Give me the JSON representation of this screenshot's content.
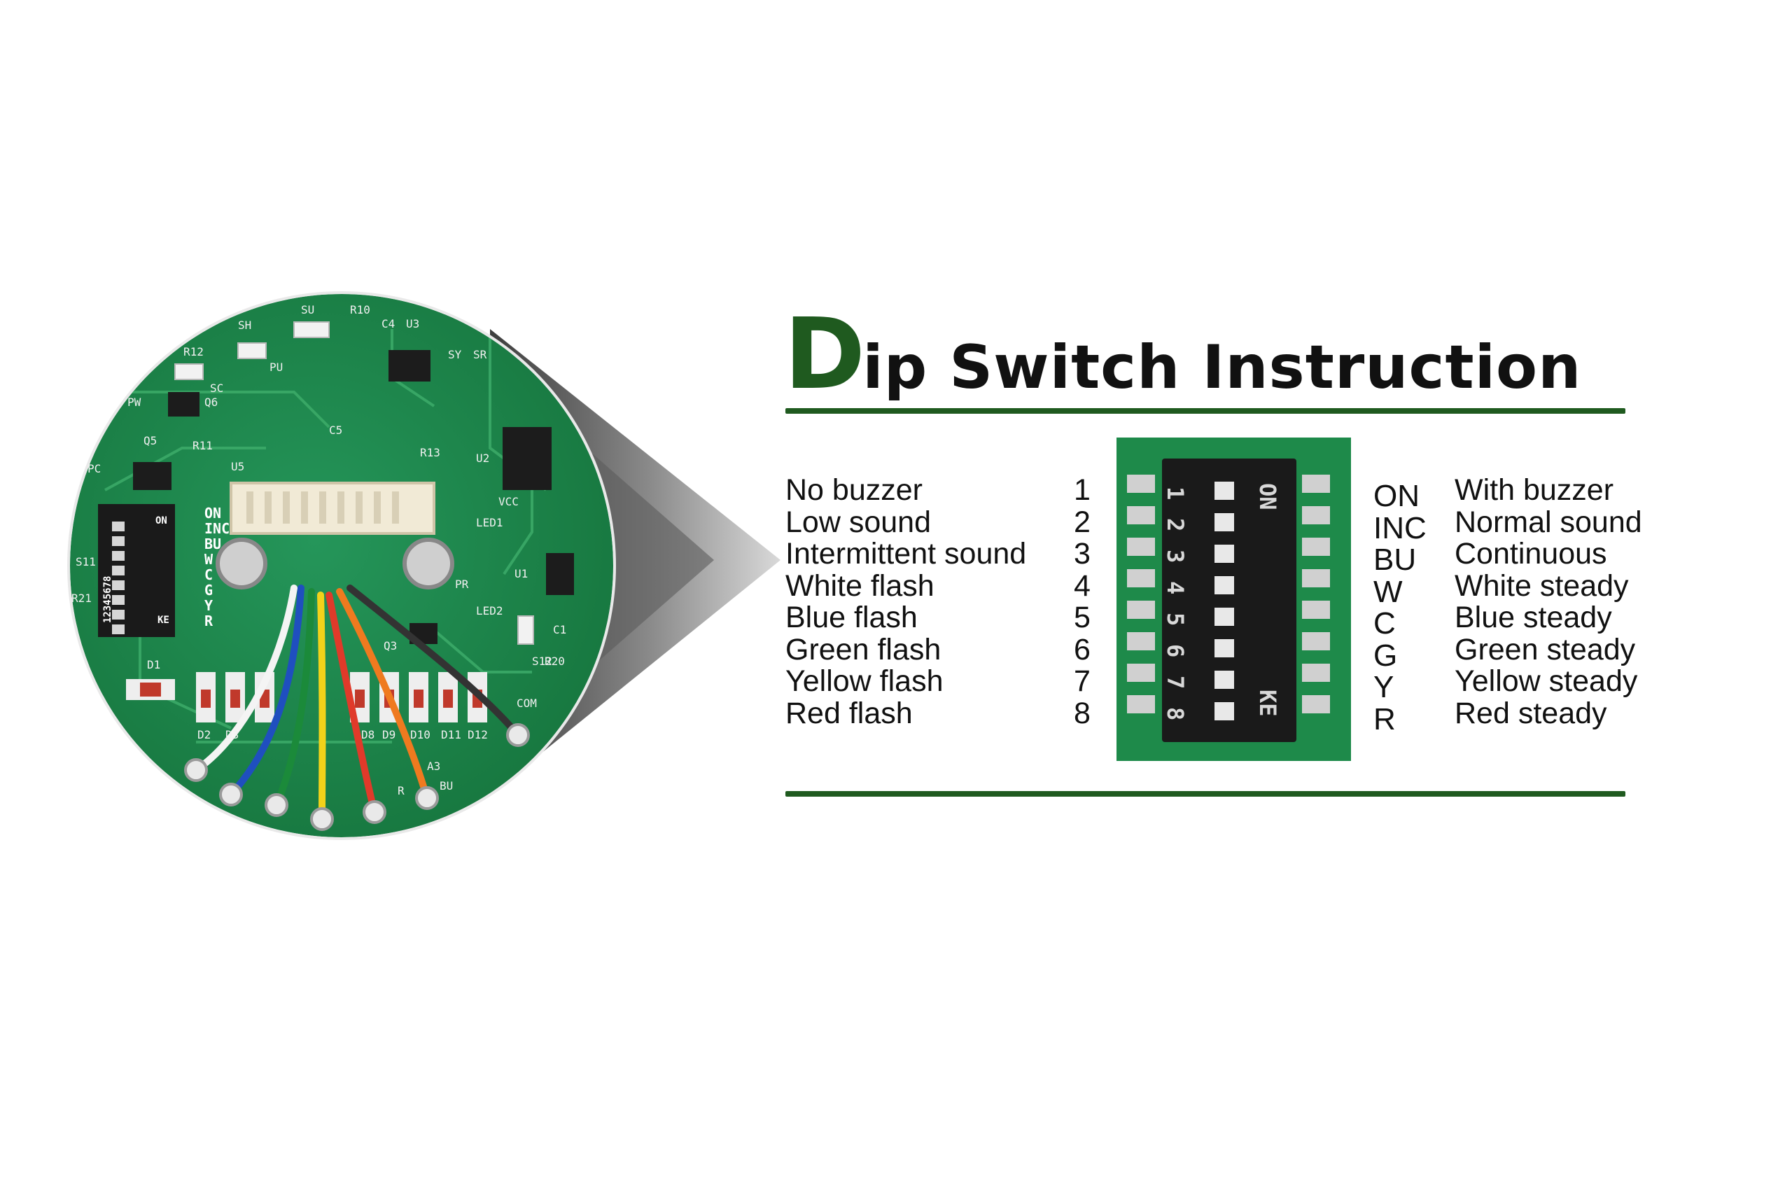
{
  "title": {
    "initial": "D",
    "rest": "ip Switch Instruction"
  },
  "left_labels": [
    "No buzzer",
    "Low sound",
    "Intermittent sound",
    "White flash",
    "Blue flash",
    "Green flash",
    "Yellow flash",
    "Red flash"
  ],
  "switch_numbers": [
    "1",
    "2",
    "3",
    "4",
    "5",
    "6",
    "7",
    "8"
  ],
  "switch_codes": [
    "ON",
    "INC",
    "BU",
    "W",
    "C",
    "G",
    "Y",
    "R"
  ],
  "right_labels": [
    "With buzzer",
    "Normal sound",
    "Continuous",
    "White steady",
    "Blue steady",
    "Green steady",
    "Yellow steady",
    "Red steady"
  ],
  "dip_switch": {
    "on_label": "ON",
    "brand_label": "KE",
    "numbers": [
      "1",
      "2",
      "3",
      "4",
      "5",
      "6",
      "7",
      "8"
    ]
  },
  "pcb": {
    "dip_labels": [
      "ON",
      "INC",
      "BU",
      "W",
      "C",
      "G",
      "Y",
      "R"
    ],
    "dip_top": "ON",
    "dip_numbers": "12345678",
    "dip_brand": "KE",
    "silk": [
      "SU",
      "R10",
      "C4",
      "U3",
      "R12",
      "SH",
      "SC",
      "Q6",
      "PW",
      "Q5",
      "R11",
      "PC",
      "PU",
      "C5",
      "SY",
      "SR",
      "R13",
      "U2",
      "U5",
      "VCC",
      "LED1",
      "LED2",
      "U1",
      "PR",
      "Q3",
      "C1",
      "R20",
      "D1",
      "D2",
      "D3",
      "D8",
      "D9",
      "D10",
      "D11",
      "D12",
      "COM",
      "BU",
      "R",
      "A3",
      "R21",
      "S11",
      "S12"
    ]
  },
  "colors": {
    "brand_green": "#1f5a1f",
    "pcb_green": "#1e8a4a",
    "switch_black": "#1a1a1a",
    "title_black": "#111111"
  }
}
